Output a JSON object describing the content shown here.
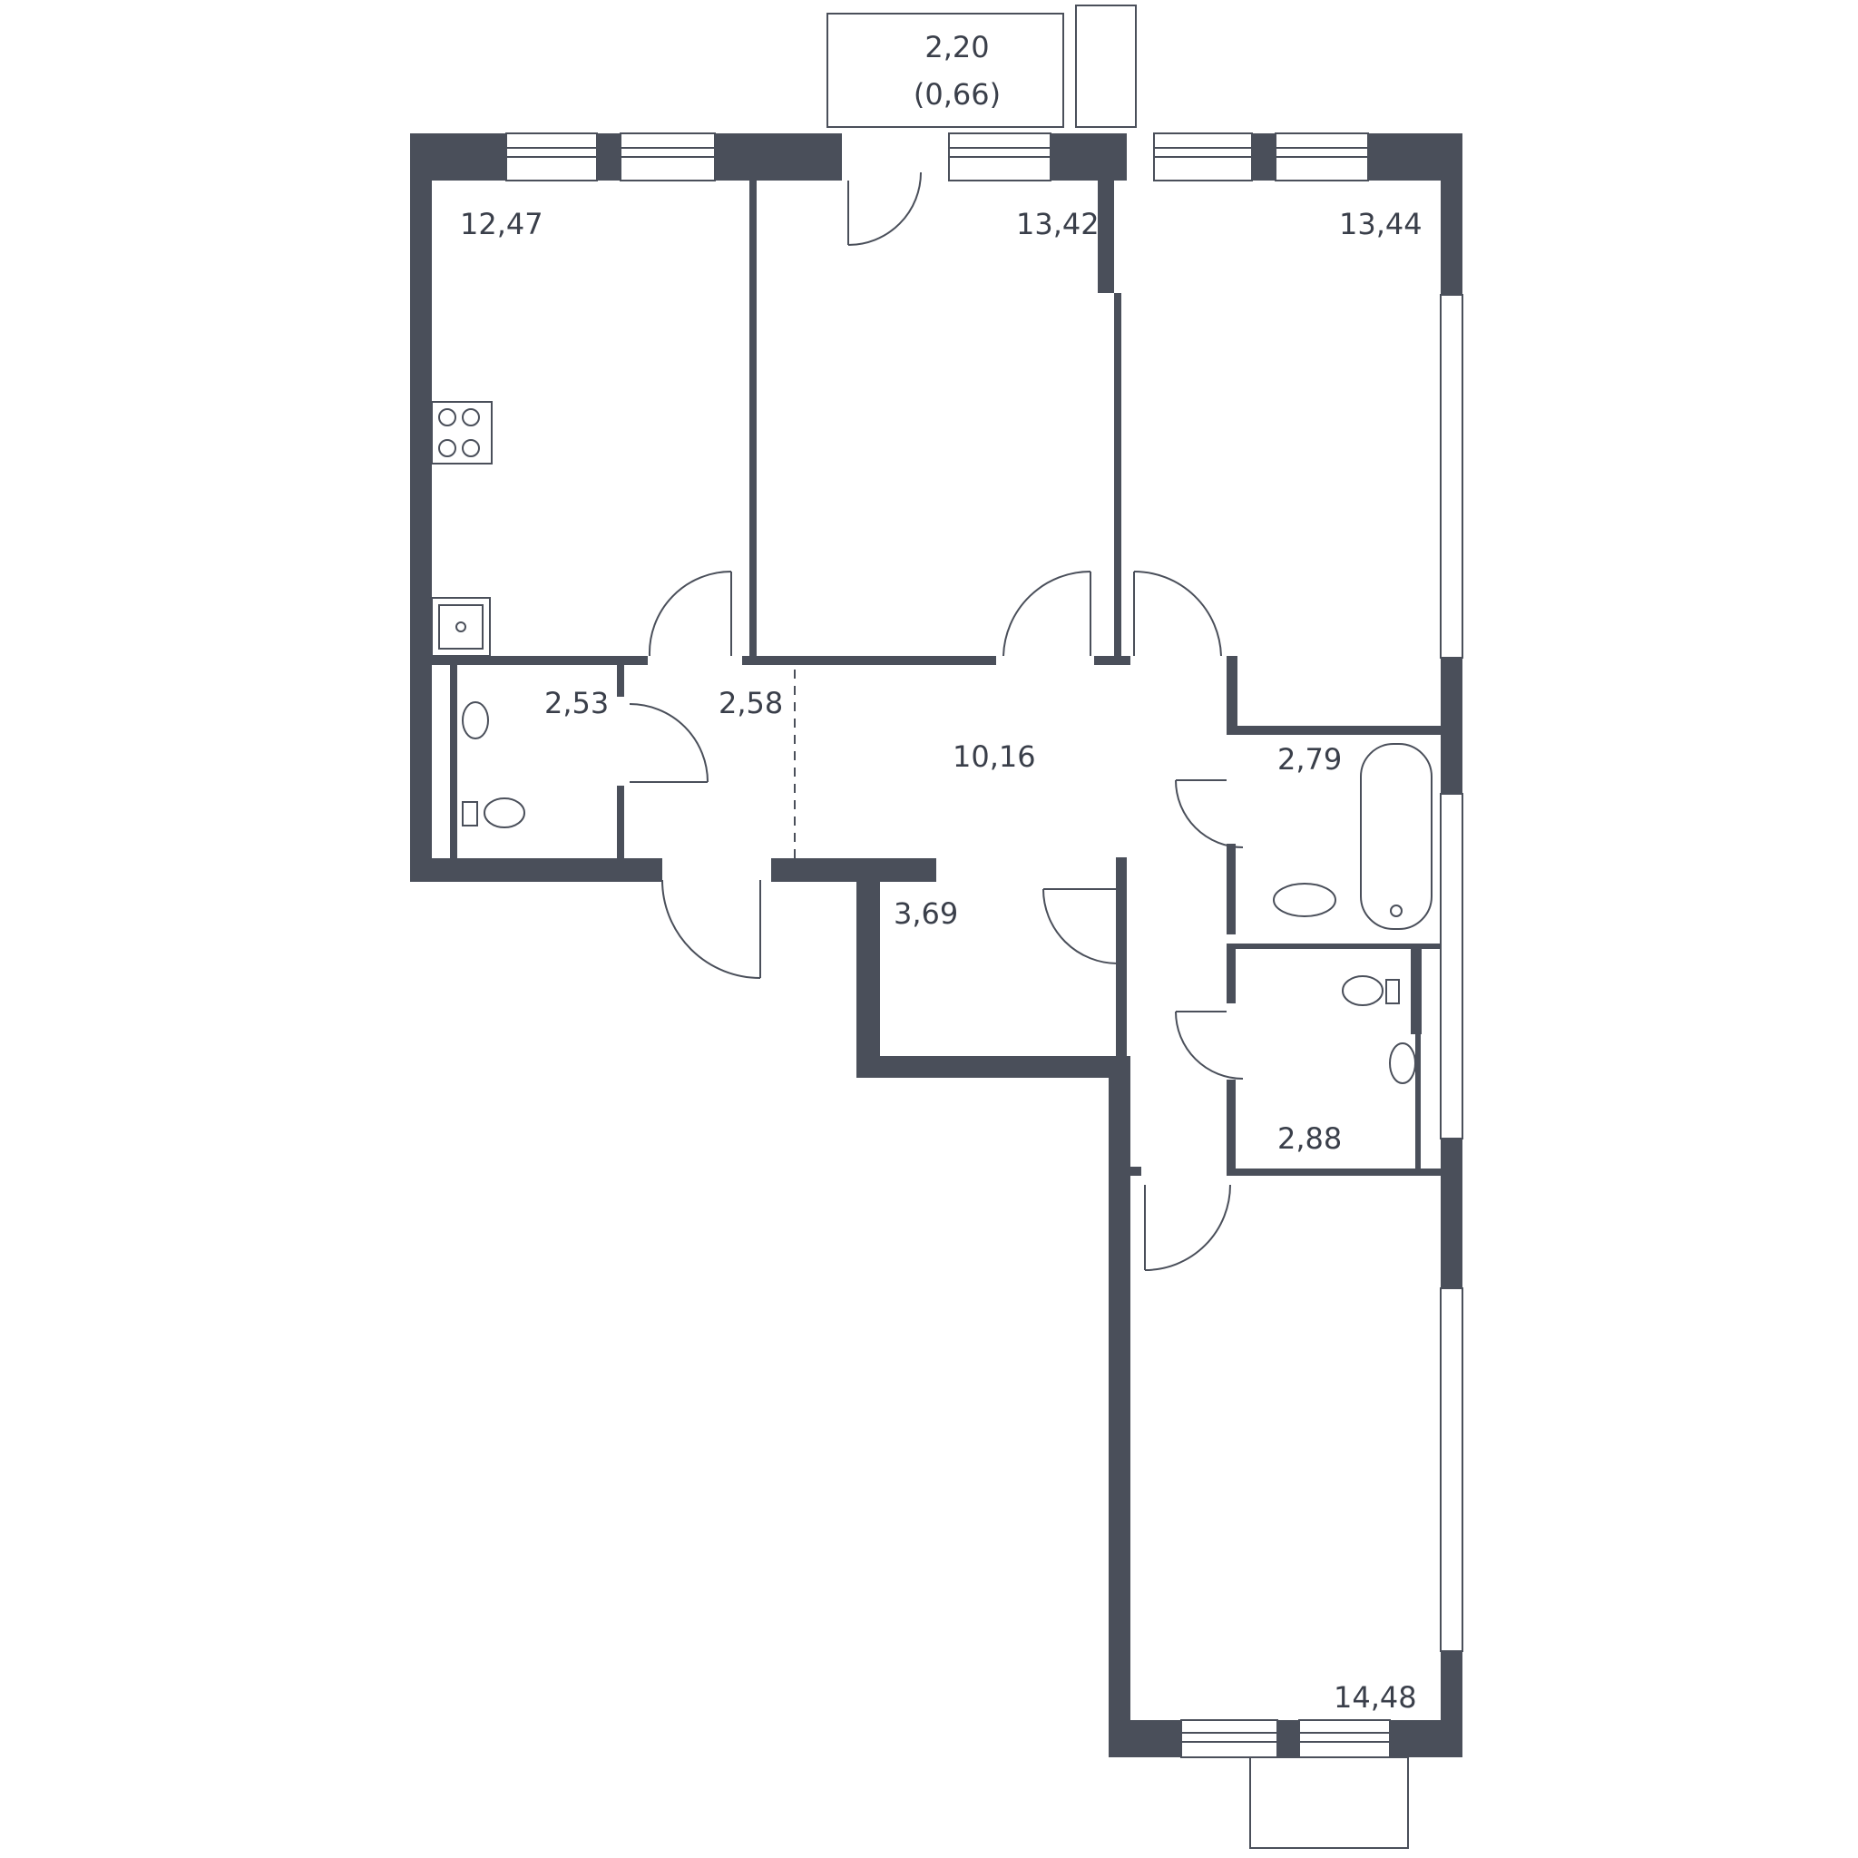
{
  "floorplan": {
    "colors": {
      "wall": "#4a4f5a",
      "text": "#3a3f4a",
      "background": "#ffffff"
    },
    "rooms": {
      "kitchen": {
        "area": "12,47"
      },
      "room_middle": {
        "area": "13,42"
      },
      "room_right": {
        "area": "13,44"
      },
      "bathroom_wc": {
        "area": "2,53"
      },
      "entry": {
        "area": "2,58"
      },
      "corridor": {
        "area": "10,16"
      },
      "bathroom": {
        "area": "2,79"
      },
      "storage": {
        "area": "3,69"
      },
      "wc": {
        "area": "2,88"
      },
      "room_bottom": {
        "area": "14,48"
      }
    },
    "balcony": {
      "area": "2,20",
      "reduced_area": "(0,66)"
    },
    "fixtures": [
      "stove-icon",
      "kitchen-sink-icon",
      "washbasin-icon",
      "toilet-icon",
      "bathtub-icon"
    ]
  }
}
